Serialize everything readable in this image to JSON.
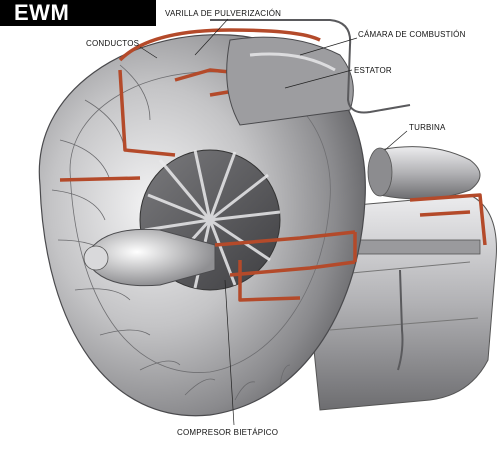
{
  "brand": {
    "text": "EWM"
  },
  "labels": {
    "varilla": "VARILLA DE PULVERIZACIÓN",
    "conductos": "CONDUCTOS",
    "camara": "CÁMARA DE COMBUSTIÓN",
    "estator": "ESTATOR",
    "turbina": "TURBINA",
    "compresor": "COMPRESOR BIETÁPICO"
  },
  "colors": {
    "background": "#ffffff",
    "metal": "#b9b9bb",
    "section_cut": "#b44a2a",
    "leader_line": "#222222"
  }
}
